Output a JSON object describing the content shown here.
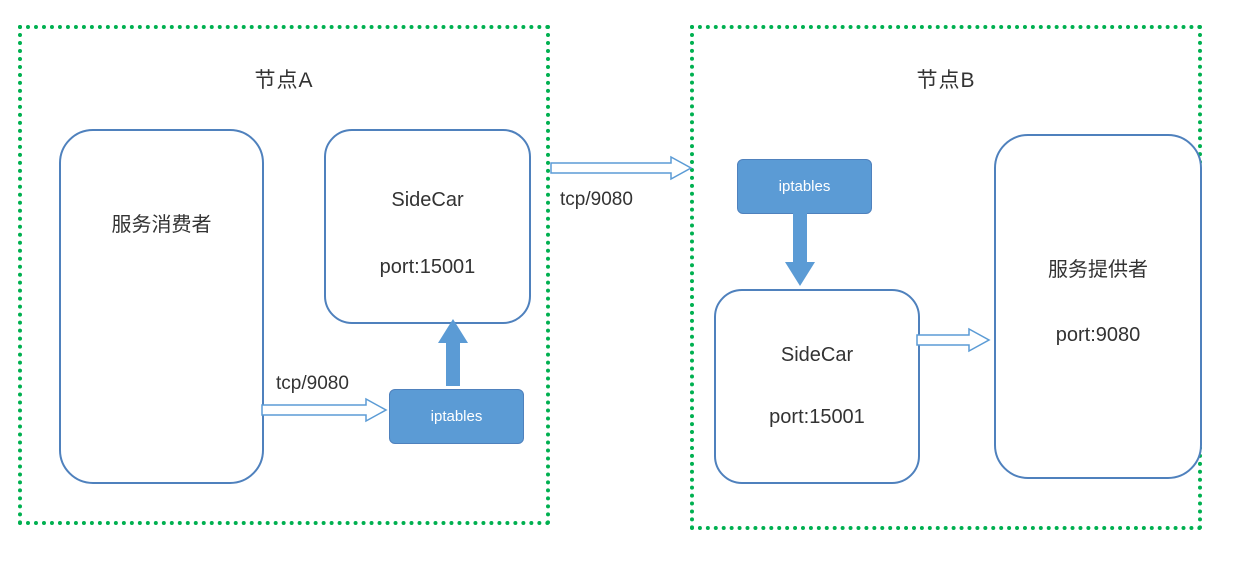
{
  "diagram": {
    "node_a": {
      "title": "节点A",
      "consumer_label": "服务消费者",
      "sidecar_title": "SideCar",
      "sidecar_port": "port:15001",
      "iptables_label": "iptables",
      "flow_label": "tcp/9080"
    },
    "internode_flow_label": "tcp/9080",
    "node_b": {
      "title": "节点B",
      "iptables_label": "iptables",
      "sidecar_title": "SideCar",
      "sidecar_port": "port:15001",
      "provider_label": "服务提供者",
      "provider_port": "port:9080"
    },
    "colors": {
      "node_border": "#00b050",
      "box_border": "#4f81bd",
      "iptables_fill": "#5b9bd5",
      "arrow_fill": "#5b9bd5",
      "text_color": "#333333"
    }
  }
}
